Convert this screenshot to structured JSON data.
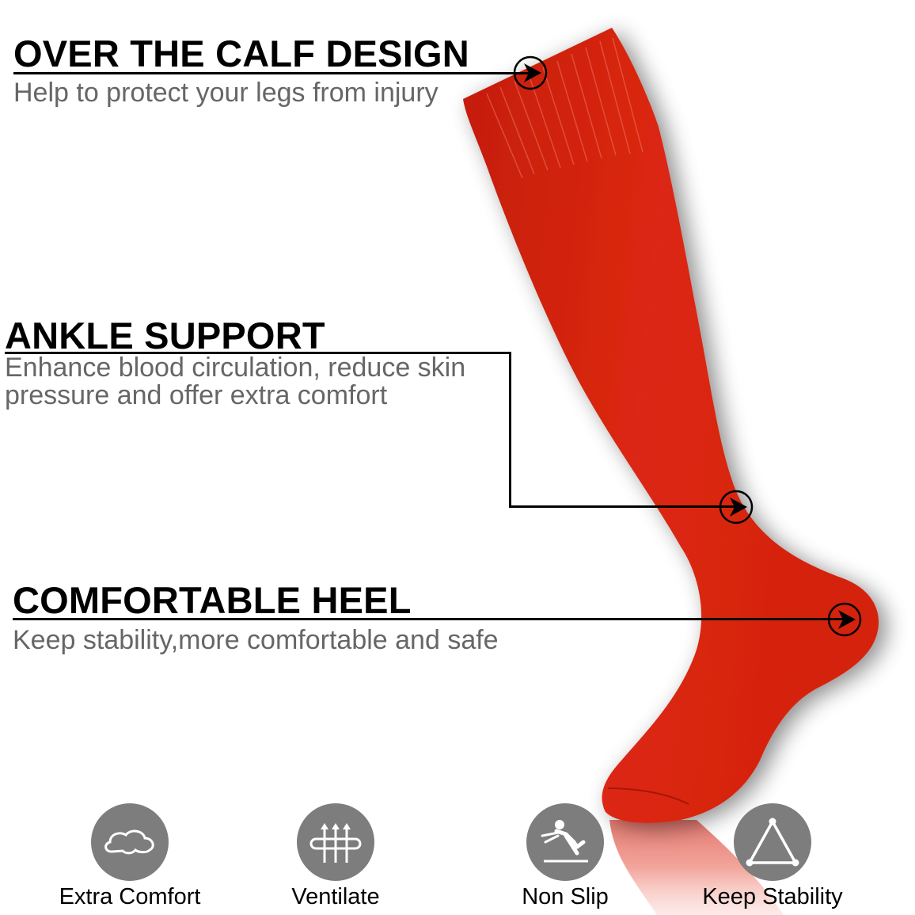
{
  "features_callouts": [
    {
      "title": "OVER THE CALF DESIGN",
      "description": "Help to protect your legs from injury"
    },
    {
      "title": "ANKLE SUPPORT",
      "description_lines": [
        "Enhance blood circulation,  reduce skin",
        "pressure and offer extra comfort"
      ]
    },
    {
      "title": "COMFORTABLE HEEL",
      "description": "Keep stability,more comfortable and safe"
    }
  ],
  "icon_features": [
    {
      "label": "Extra Comfort",
      "icon": "cloud-icon"
    },
    {
      "label": "Ventilate",
      "icon": "ventilation-arrows-icon"
    },
    {
      "label": "Non Slip",
      "icon": "slipping-person-icon"
    },
    {
      "label": "Keep Stability",
      "icon": "triangle-icon"
    }
  ],
  "colors": {
    "sock_red": "#d8230f",
    "sock_dark": "#b81a0a",
    "icon_gray": "#7d7d7d",
    "subtext_gray": "#666666",
    "reflection": "#f0a098"
  }
}
